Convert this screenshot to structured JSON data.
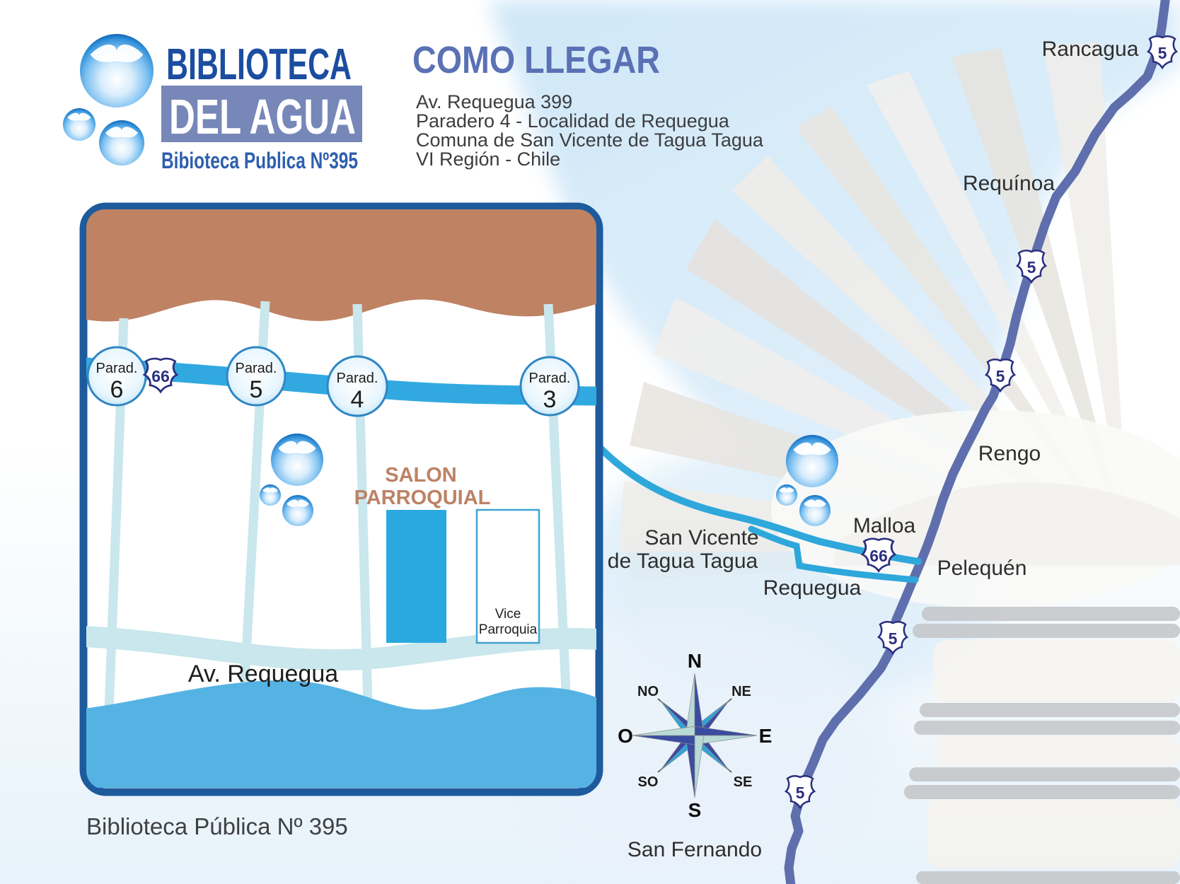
{
  "logo": {
    "title": "BIBLIOTECA",
    "subtitle": "DEL AGUA",
    "tagline": "Bibioteca Publica Nº395"
  },
  "header": {
    "title": "COMO LLEGAR",
    "address_lines": [
      "Av. Requegua 399",
      "Paradero 4  - Localidad de Requegua",
      "Comuna de San Vicente de Tagua Tagua",
      "VI Región - Chile"
    ]
  },
  "inset_map": {
    "stops": [
      {
        "label": "Parad.",
        "number": "6"
      },
      {
        "label": "Parad.",
        "number": "5"
      },
      {
        "label": "Parad.",
        "number": "4"
      },
      {
        "label": "Parad.",
        "number": "3"
      }
    ],
    "route_shield": "66",
    "salon_line1": "SALON",
    "salon_line2": "PARROQUIAL",
    "vice_line1": "Vice",
    "vice_line2": "Parroquia",
    "avenue": "Av. Requegua"
  },
  "regional_map": {
    "route5_shield": "5",
    "route66_shield": "66",
    "rancagua": "Rancagua",
    "requinoa": "Requínoa",
    "rengo": "Rengo",
    "malloa": "Malloa",
    "pelequen": "Pelequén",
    "requegua": "Requegua",
    "san_vicente_1": "San Vicente",
    "san_vicente_2": "de Tagua Tagua",
    "san_fernando": "San Fernando"
  },
  "compass": {
    "n": "N",
    "ne": "NE",
    "e": "E",
    "se": "SE",
    "s": "S",
    "so": "SO",
    "o": "O",
    "no": "NO"
  },
  "caption": "Biblioteca Pública Nº 395",
  "colors": {
    "logo_navy": "#1b4da0",
    "logo_band": "#7787b8",
    "heading_blue": "#5a71b5",
    "body_text": "#3c3d40",
    "inset_border": "#1e5b9d",
    "brown_zone": "#bf8263",
    "main_road_blue": "#31a9e0",
    "side_street": "#c9e7ec",
    "river_blue": "#55b3e3",
    "salon_text_brown": "#bc8266",
    "route5_slate": "#5f6fad",
    "shield_outline": "#2b2f7f",
    "compass_dark": "#3b4ba0",
    "compass_mid": "#2fa3d8",
    "compass_pale": "#b8dad7"
  }
}
